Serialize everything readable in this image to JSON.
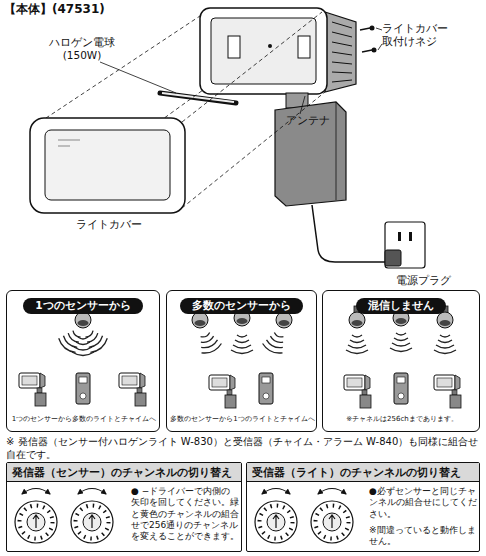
{
  "diagram": {
    "title": "【本体】(47531)",
    "nodes": [
      {
        "text": [
          "1つのセンサーから",
          "1つのセンサーから多数のライトとチャイムへ"
        ]
      },
      {
        "text": [
          "多数のセンサーから",
          "多数のセンサーから1つのライトとチャイムへ"
        ]
      },
      {
        "text": [
          "混信しません",
          "※チャネルは256chまであります。"
        ]
      },
      {
        "text": [
          "発信器（センサー）のチャンネルの切り替え",
          "● −ドライバーで内側の矢印を回してください。緑と黄色のチャンネルの組合せで256通りのチャンネルを変えることができます。"
        ]
      },
      {
        "text": [
          "受信器（ライト）のチャンネルの切り替え",
          "●必ずセンサーと同じチャンネルの組合せにしてください。",
          "※間違っていると動作しません。"
        ]
      }
    ],
    "labels": [
      "ハロゲン電球 (150W)",
      "ライトカバー 取付けネジ",
      "アンテナ",
      "ライトカバー",
      "電源プラグ",
      "※ 発信器（センサー付ハロゲンライト W-830）と受信器（チャイム・アラーム W-840）も同様に組合せ自在です。"
    ]
  }
}
